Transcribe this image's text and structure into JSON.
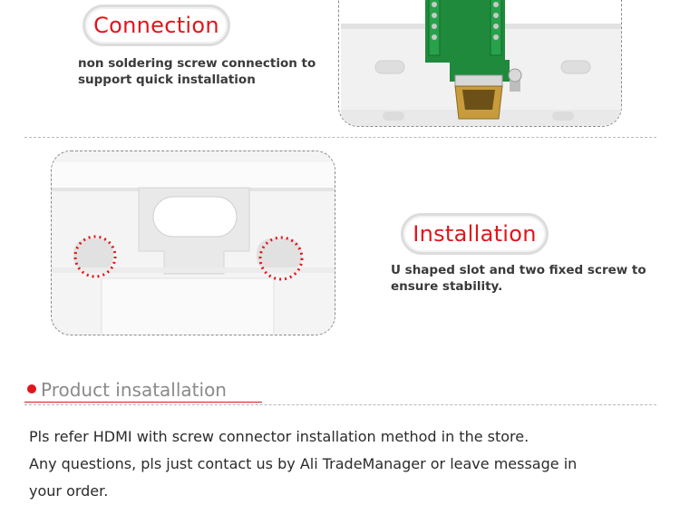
{
  "section1": {
    "badge": "Connection",
    "description": "non soldering screw connection to\nsupport quick installation"
  },
  "section2": {
    "badge": "Installation",
    "description": "U shaped slot and two fixed screw to\nensure stability."
  },
  "section3": {
    "title": "Product insatallation",
    "line1": "Pls refer HDMI with screw connector installation method in the store.",
    "line2": "Any questions, pls just contact us by Ali TradeManager or leave message in",
    "line3": "your order."
  },
  "colors": {
    "accent_red": "#e0161b",
    "text_dark": "#2b2b2b",
    "pcb_green": "#1f8a3c"
  }
}
